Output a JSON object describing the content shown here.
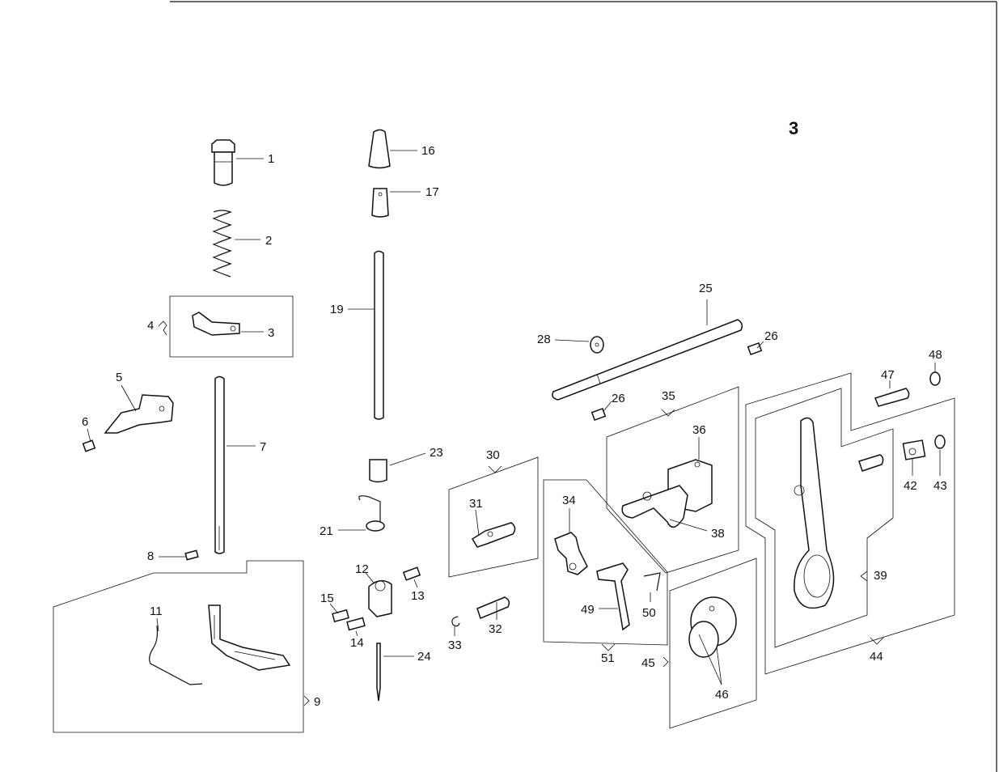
{
  "page": {
    "number": "3"
  },
  "parts": [
    {
      "id": "1",
      "label": "1"
    },
    {
      "id": "2",
      "label": "2"
    },
    {
      "id": "3",
      "label": "3"
    },
    {
      "id": "4",
      "label": "4"
    },
    {
      "id": "5",
      "label": "5"
    },
    {
      "id": "6",
      "label": "6"
    },
    {
      "id": "7",
      "label": "7"
    },
    {
      "id": "8",
      "label": "8"
    },
    {
      "id": "9",
      "label": "9"
    },
    {
      "id": "11",
      "label": "11"
    },
    {
      "id": "12",
      "label": "12"
    },
    {
      "id": "13",
      "label": "13"
    },
    {
      "id": "14",
      "label": "14"
    },
    {
      "id": "15",
      "label": "15"
    },
    {
      "id": "16",
      "label": "16"
    },
    {
      "id": "17",
      "label": "17"
    },
    {
      "id": "19",
      "label": "19"
    },
    {
      "id": "21",
      "label": "21"
    },
    {
      "id": "23",
      "label": "23"
    },
    {
      "id": "24",
      "label": "24"
    },
    {
      "id": "25",
      "label": "25"
    },
    {
      "id": "26a",
      "label": "26"
    },
    {
      "id": "26b",
      "label": "26"
    },
    {
      "id": "28",
      "label": "28"
    },
    {
      "id": "30",
      "label": "30"
    },
    {
      "id": "31",
      "label": "31"
    },
    {
      "id": "32",
      "label": "32"
    },
    {
      "id": "33",
      "label": "33"
    },
    {
      "id": "34",
      "label": "34"
    },
    {
      "id": "35",
      "label": "35"
    },
    {
      "id": "36",
      "label": "36"
    },
    {
      "id": "38",
      "label": "38"
    },
    {
      "id": "39",
      "label": "39"
    },
    {
      "id": "42",
      "label": "42"
    },
    {
      "id": "43",
      "label": "43"
    },
    {
      "id": "44",
      "label": "44"
    },
    {
      "id": "45",
      "label": "45"
    },
    {
      "id": "46",
      "label": "46"
    },
    {
      "id": "47",
      "label": "47"
    },
    {
      "id": "48",
      "label": "48"
    },
    {
      "id": "49",
      "label": "49"
    },
    {
      "id": "50",
      "label": "50"
    },
    {
      "id": "51",
      "label": "51"
    }
  ]
}
